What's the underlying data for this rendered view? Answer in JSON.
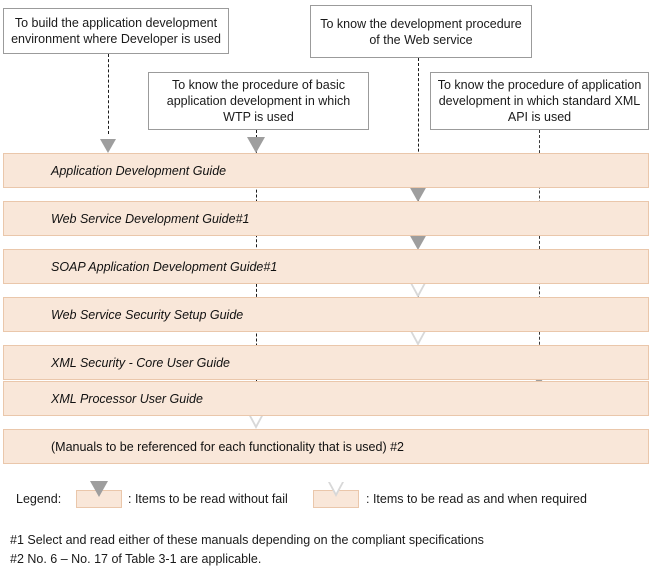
{
  "diagram": {
    "title": "Manual reading-order guide",
    "colors": {
      "bar_fill": "#f9e7d9",
      "bar_border": "#eac7ab",
      "box_border": "#9b9b9b",
      "arrow_solid": "#9e9e9e",
      "arrow_hollow_outline": "#d8d8d8",
      "text": "#1a1a1a",
      "background": "#ffffff"
    },
    "question_boxes": [
      {
        "id": "dev-env",
        "lines": [
          "To build the application development",
          "environment where Developer is used"
        ],
        "text": "To build the application development environment where Developer is used"
      },
      {
        "id": "wtp",
        "lines": [
          "To know the procedure of basic",
          "application development in which",
          "WTP is used"
        ],
        "text": "To know the procedure of basic application development in which WTP is used"
      },
      {
        "id": "web-service",
        "lines": [
          "To know the development procedure",
          "of the Web service"
        ],
        "text": "To know the development procedure of the Web service"
      },
      {
        "id": "xml-api",
        "lines": [
          "To know the procedure of application",
          "development in which standard XML",
          "API is used"
        ],
        "text": "To know the procedure of application development in which standard XML API is used"
      }
    ],
    "bars": [
      {
        "id": "application-development-guide",
        "label": "Application Development Guide",
        "italic": true
      },
      {
        "id": "web-service-development-guide",
        "label": "Web Service Development Guide#1",
        "italic": true
      },
      {
        "id": "soap-application-development-guide",
        "label": "SOAP Application Development Guide#1",
        "italic": true
      },
      {
        "id": "web-service-security-setup-guide",
        "label": "Web Service Security Setup Guide",
        "italic": true
      },
      {
        "id": "xml-security-core-user-guide",
        "label": "XML Security - Core User Guide",
        "italic": true
      },
      {
        "id": "xml-processor-user-guide",
        "label": "XML Processor User Guide",
        "italic": true
      },
      {
        "id": "manuals-per-functionality",
        "label": "(Manuals to be referenced for each functionality that is used) #2",
        "italic": false
      }
    ],
    "arrows": [
      {
        "id": "dev-env-to-application-development-guide",
        "column": "dev-env",
        "target_bar": "application-development-guide",
        "style": "solid"
      },
      {
        "id": "wtp-to-application-development-guide",
        "column": "wtp",
        "target_bar": "application-development-guide",
        "style": "solid"
      },
      {
        "id": "web-service-to-web-service-development-guide",
        "column": "web-service",
        "target_bar": "web-service-development-guide",
        "style": "solid"
      },
      {
        "id": "web-service-to-soap-application-development-guide",
        "column": "web-service",
        "target_bar": "soap-application-development-guide",
        "style": "solid"
      },
      {
        "id": "web-service-to-web-service-security-setup-guide",
        "column": "web-service",
        "target_bar": "web-service-security-setup-guide",
        "style": "hollow"
      },
      {
        "id": "web-service-to-xml-security-core-user-guide",
        "column": "web-service",
        "target_bar": "xml-security-core-user-guide",
        "style": "hollow"
      },
      {
        "id": "xml-api-to-xml-processor-user-guide",
        "column": "xml-api",
        "target_bar": "xml-processor-user-guide",
        "style": "solid"
      },
      {
        "id": "wtp-to-manuals-per-functionality",
        "column": "wtp",
        "target_bar": "manuals-per-functionality",
        "style": "hollow"
      }
    ]
  },
  "legend": {
    "title": "Legend:",
    "entries": [
      {
        "id": "read-without-fail",
        "marker": "solid-arrow",
        "text": ": Items to be read without fail"
      },
      {
        "id": "read-as-required",
        "marker": "hollow-arrow",
        "text": ": Items to be read as and when required"
      }
    ]
  },
  "footnotes": [
    {
      "id": "fn1",
      "text": "#1 Select and read either of these manuals depending on the compliant specifications"
    },
    {
      "id": "fn2",
      "text": "#2  No. 6 – No. 17 of Table 3-1 are applicable."
    }
  ]
}
